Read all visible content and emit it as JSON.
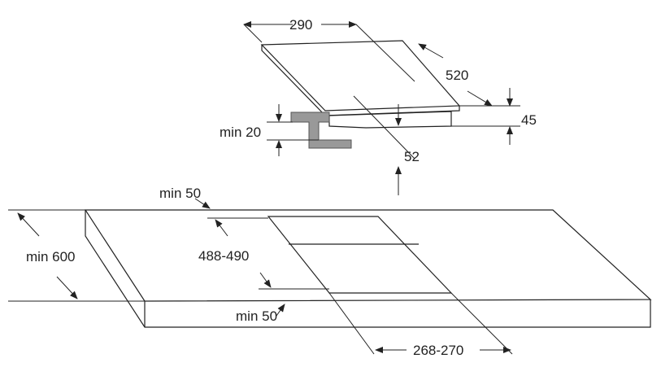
{
  "labels": {
    "hob_width": "290",
    "hob_depth": "520",
    "hob_height": "45",
    "min_worktop_thickness": "min 20",
    "hob_body_depth": "52",
    "min_back_clearance": "min 50",
    "min_worktop_depth": "min 600",
    "cutout_depth": "488-490",
    "min_front_clearance": "min 50",
    "cutout_width": "268-270"
  },
  "colors": {
    "bracket": "#999999",
    "line": "#222222"
  }
}
